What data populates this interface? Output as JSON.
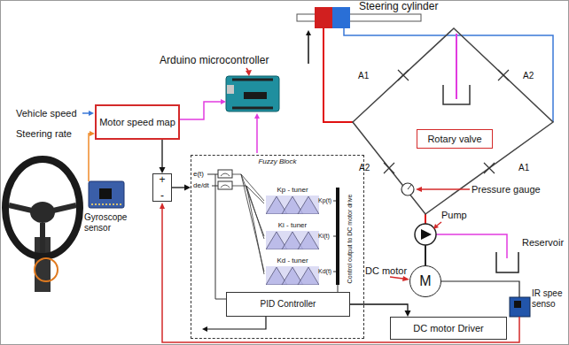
{
  "diagram": {
    "nodes": [
      {
        "text": [
          "Motor speed map"
        ]
      },
      {
        "text": [
          "+",
          "-"
        ]
      },
      {
        "text": [
          "Fuzzy Block"
        ]
      },
      {
        "text": [
          "Kp - tuner"
        ],
        "in": 2
      },
      {
        "text": [
          "Ki - tuner"
        ],
        "in": 2
      },
      {
        "text": [
          "Kd - tuner"
        ],
        "in": 2
      },
      {
        "text": [
          "PID Controller"
        ],
        "in": 2
      },
      {
        "text": [
          "DC motor Driver"
        ]
      },
      {
        "text": [
          "Rotary valve"
        ]
      },
      {
        "text": [
          "M"
        ]
      }
    ],
    "edges": [
      {
        "from": 0,
        "to": 1,
        "arrow": "to"
      },
      {
        "from": 1,
        "to": 2,
        "arrow": "to"
      },
      {
        "from": 6,
        "to": 7,
        "arrow": "to"
      }
    ],
    "labels": [
      "Steering cylinder",
      "Arduino microcontroller",
      "Vehicle speed",
      "Steering rate",
      "Gyroscope sensor",
      "e(t)",
      "de/dt",
      "Kp(t)",
      "Ki(t)",
      "Kd(t)",
      "Control output to DC motor drive",
      "A1",
      "A2",
      "A2",
      "A1",
      "Pressure gauge",
      "Pump",
      "Reservoir",
      "DC motor",
      "IR spee senso"
    ]
  }
}
